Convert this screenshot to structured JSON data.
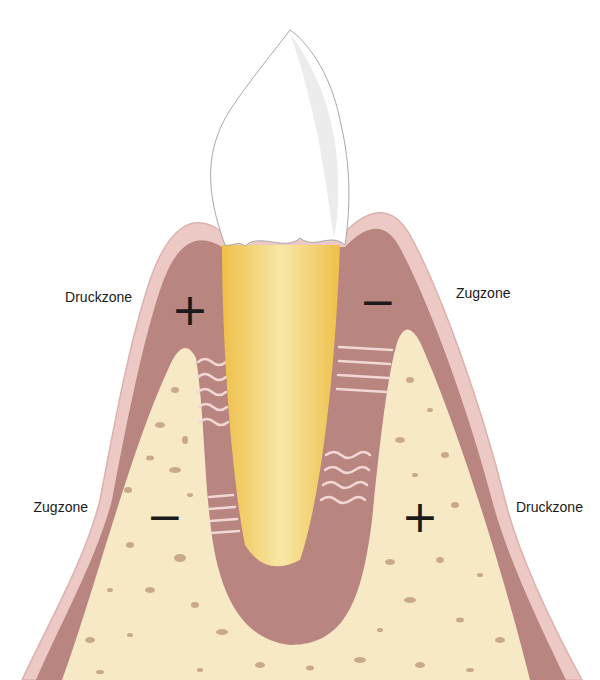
{
  "diagram": {
    "labels": [
      "Druckzone",
      "+",
      "−",
      "Zugzone",
      "Zugzone",
      "−",
      "+",
      "Druckzone"
    ]
  }
}
